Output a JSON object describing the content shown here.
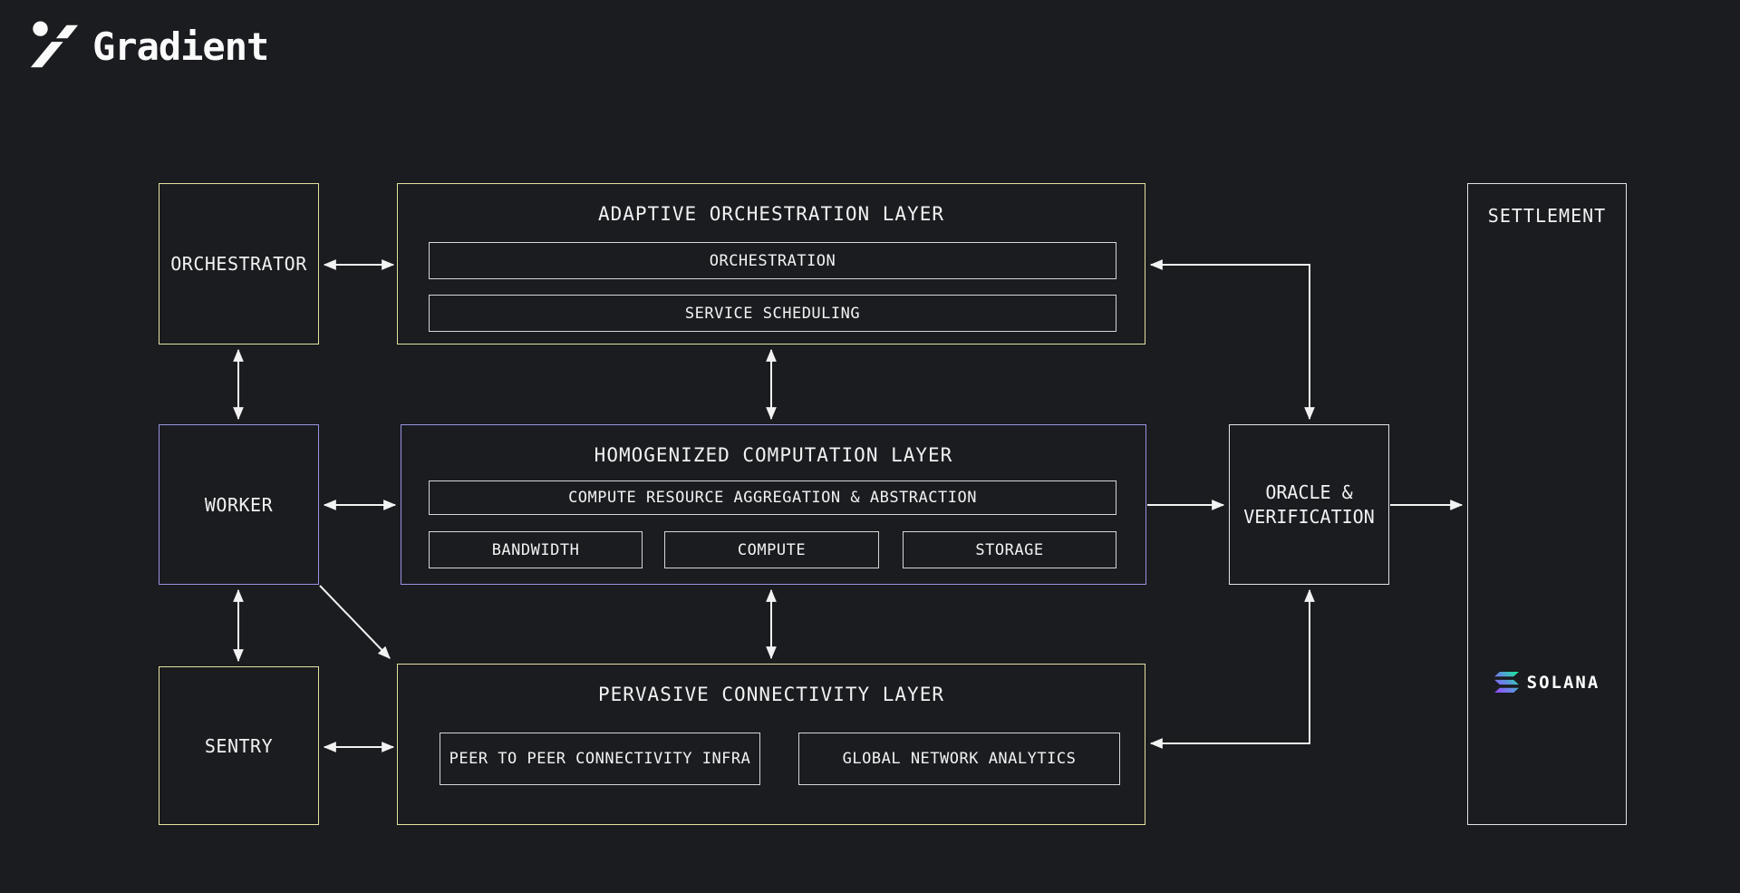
{
  "brand": {
    "name": "Gradient"
  },
  "nodes": {
    "orchestrator": {
      "label": "ORCHESTRATOR"
    },
    "worker": {
      "label": "WORKER"
    },
    "sentry": {
      "label": "SENTRY"
    },
    "oracle": {
      "label_line1": "ORACLE &",
      "label_line2": "VERIFICATION"
    },
    "settlement": {
      "label": "SETTLEMENT",
      "chain": "SOLANA"
    }
  },
  "layers": {
    "adaptive": {
      "title": "ADAPTIVE ORCHESTRATION LAYER",
      "items": [
        "ORCHESTRATION",
        "SERVICE SCHEDULING"
      ]
    },
    "computation": {
      "title": "HOMOGENIZED COMPUTATION LAYER",
      "full_item": "COMPUTE RESOURCE AGGREGATION & ABSTRACTION",
      "resources": [
        "BANDWIDTH",
        "COMPUTE",
        "STORAGE"
      ]
    },
    "connectivity": {
      "title": "PERVASIVE CONNECTIVITY LAYER",
      "items": [
        "PEER TO PEER CONNECTIVITY INFRA",
        "GLOBAL NETWORK ANALYTICS"
      ]
    }
  },
  "connectors": [
    {
      "from": "orchestrator",
      "to": "adaptive-layer",
      "bidirectional": true
    },
    {
      "from": "orchestrator",
      "to": "worker",
      "bidirectional": true
    },
    {
      "from": "worker",
      "to": "computation-layer",
      "bidirectional": true
    },
    {
      "from": "worker",
      "to": "sentry",
      "bidirectional": true
    },
    {
      "from": "worker",
      "to": "connectivity-layer",
      "bidirectional": false
    },
    {
      "from": "sentry",
      "to": "connectivity-layer",
      "bidirectional": true
    },
    {
      "from": "adaptive-layer",
      "to": "computation-layer",
      "bidirectional": true
    },
    {
      "from": "computation-layer",
      "to": "connectivity-layer",
      "bidirectional": true
    },
    {
      "from": "computation-layer",
      "to": "oracle",
      "bidirectional": false
    },
    {
      "from": "oracle",
      "to": "adaptive-layer",
      "bidirectional": true
    },
    {
      "from": "oracle",
      "to": "connectivity-layer",
      "bidirectional": true
    },
    {
      "from": "oracle",
      "to": "settlement",
      "bidirectional": false
    }
  ],
  "colors": {
    "background": "#1a1c20",
    "yellow_border": "#e4e1a0",
    "purple_border": "#9894e0",
    "white_border": "#e3e3e3",
    "text": "#f2f2f2",
    "arrow": "#f2f2f2",
    "solana_green": "#14f195",
    "solana_purple": "#9945ff"
  }
}
